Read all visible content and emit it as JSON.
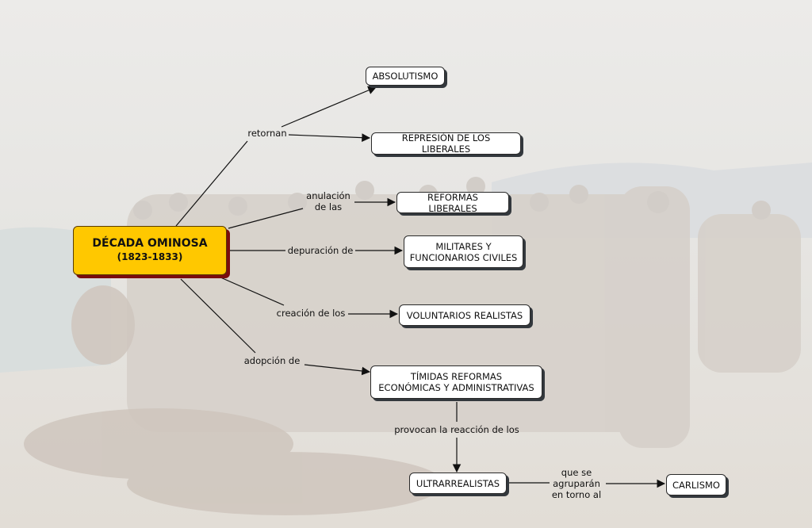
{
  "colors": {
    "main_node": "#ffc800",
    "main_shadow": "#7a0d0d",
    "node_shadow": "#33383d",
    "line": "#111111"
  },
  "main": {
    "title": "DÉCADA OMINOSA",
    "years": "(1823-1833)"
  },
  "nodes": {
    "absolutismo": "ABSOLUTISMO",
    "represion": "REPRESIÓN DE LOS LIBERALES",
    "reformas": "REFORMAS LIBERALES",
    "militares": "MILITARES Y\nFUNCIONARIOS CIVILES",
    "voluntarios": "VOLUNTARIOS REALISTAS",
    "timidas": "TÍMIDAS REFORMAS\nECONÓMICAS Y ADMINISTRATIVAS",
    "ultrarrealistas": "ULTRARREALISTAS",
    "carlismo": "CARLISMO"
  },
  "links": {
    "retornan": "retornan",
    "anulacion": "anulación\nde las",
    "depuracion": "depuración de",
    "creacion": "creación de los",
    "adopcion": "adopción de",
    "provocan": "provocan la reacción de los",
    "agruparan": "que se\nagruparán\nen torno al"
  }
}
